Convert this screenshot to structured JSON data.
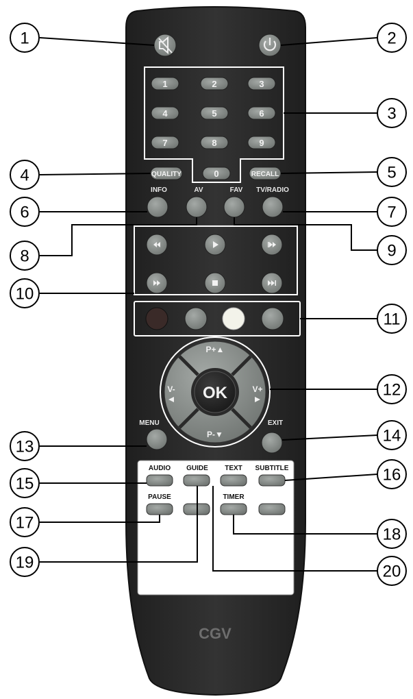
{
  "brand": "CGV",
  "colors": {
    "body": "#2b2b2b",
    "key": "#8a8f8c",
    "red_key": "#3a2a28",
    "yellow_key": "#f3f3ea",
    "outline": "#ffffff",
    "callout": "#000000"
  },
  "keys": {
    "numbers": [
      "1",
      "2",
      "3",
      "4",
      "5",
      "6",
      "7",
      "8",
      "9",
      "0"
    ],
    "quality": "QUALITY",
    "recall": "RECALL",
    "info": "INFO",
    "av": "AV",
    "fav": "FAV",
    "tv_radio": "TV/RADIO",
    "menu": "MENU",
    "exit": "EXIT",
    "ok": "OK",
    "p_plus": "P+▲",
    "p_minus": "P-▼",
    "v_minus": "V-",
    "v_plus": "V+",
    "audio": "AUDIO",
    "guide": "GUIDE",
    "text": "TEXT",
    "subtitle": "SUBTITLE",
    "pause": "PAUSE",
    "timer": "TIMER"
  },
  "icons": {
    "mute": "mute-icon",
    "power": "power-icon",
    "playback": [
      "rewind-icon",
      "play-icon",
      "previous-icon",
      "fast-forward-icon",
      "stop-icon",
      "next-icon"
    ],
    "color_keys": [
      "red-key",
      "green-key",
      "yellow-key",
      "blue-key"
    ]
  },
  "callouts": [
    "1",
    "2",
    "3",
    "4",
    "5",
    "6",
    "7",
    "8",
    "9",
    "10",
    "11",
    "12",
    "13",
    "14",
    "15",
    "16",
    "17",
    "18",
    "19",
    "20"
  ]
}
